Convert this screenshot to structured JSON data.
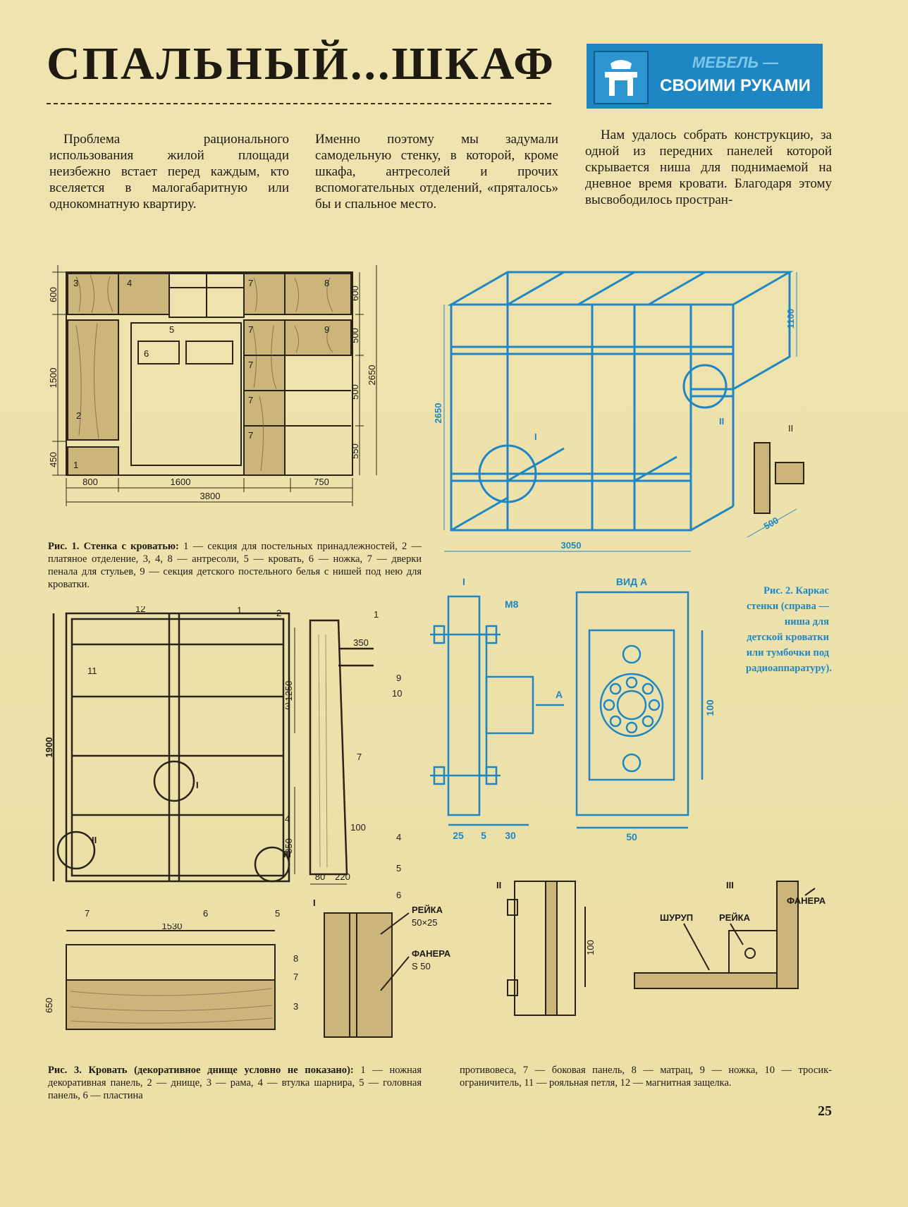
{
  "title": "СПАЛЬНЫЙ...ШКАФ",
  "badge": {
    "line1": "МЕБЕЛЬ —",
    "line2": "СВОИМИ РУКАМИ"
  },
  "columns": [
    "Проблема рационального использования жилой площади неизбежно встает перед каждым, кто вселяется в малогабаритную или однокомнатную квартиру.",
    "Именно поэтому мы задумали самодельную стенку, в которой, кроме шкафа, антресолей и прочих вспомогательных отделений, «пряталось» бы и спальное место.",
    "Нам удалось собрать конструкцию, за одной из передних панелей которой скрывается ниша для поднимаемой на дневное время кровати. Благодаря этому высвободилось простран-"
  ],
  "fig1": {
    "caption_label": "Рис. 1.",
    "caption_title": "Стенка с кроватью:",
    "caption_text": "1 — секция для постельных принадлежностей, 2 — платяное отделение, 3, 4, 8 — антресоли, 5 — кровать, 6 — ножка, 7 — дверки пенала для стульев, 9 — секция детского постельного белья с нишей под нею для кроватки.",
    "dims": {
      "d600a": "600",
      "d1500": "1500",
      "d450": "450",
      "d600b": "600",
      "d500a": "500",
      "d2650": "2650",
      "d500b": "500",
      "d550": "550",
      "d800": "800",
      "d1600": "1600",
      "d750": "750",
      "d3800": "3800"
    },
    "labels": {
      "n1": "1",
      "n2": "2",
      "n3": "3",
      "n4": "4",
      "n5": "5",
      "n6": "6",
      "n7a": "7",
      "n7b": "7",
      "n7c": "7",
      "n7d": "7",
      "n7e": "7",
      "n8": "8",
      "n9": "9"
    }
  },
  "fig2": {
    "caption": "Рис. 2. Каркас стенки (справа — ниша для детской кроватки или тумбочки под радиоаппаратуру).",
    "dims": {
      "d1100": "1100",
      "d2650": "2650",
      "d3050": "3050",
      "d500": "500",
      "rI": "I",
      "rII": "II",
      "rII2": "II"
    },
    "detailI": {
      "roman": "I",
      "bolt": "M8",
      "arrow": "A",
      "d25": "25",
      "d5": "5",
      "d30": "30"
    },
    "vidA": {
      "title": "ВИД А",
      "d100": "100",
      "d50": "50"
    }
  },
  "fig3": {
    "caption_label": "Рис. 3.",
    "caption_title": "Кровать (декоративное днище условно не показано):",
    "caption_text1": "1 — ножная декоративная панель, 2 — днище, 3 — рама, 4 — втулка шарнира, 5 — головная панель, 6 — пластина",
    "caption_text2": "противовеса, 7 — боковая панель, 8 — матрац, 9 — ножка, 10 — тросик-ограничитель, 11 — рояльная петля, 12 — магнитная защелка.",
    "dims": {
      "d1900": "1900",
      "d1530": "1530",
      "d650": "650",
      "d350a": "350",
      "d1250": "1250",
      "d100": "100",
      "d350b": "350",
      "d80": "80",
      "d220": "220"
    },
    "labels": {
      "n1": "1",
      "n2": "2",
      "n3": "3",
      "n4": "4",
      "n5": "5",
      "n6": "6",
      "n7": "7",
      "n8": "8",
      "n9": "9",
      "n10": "10",
      "n11": "11",
      "n12": "12",
      "rI": "I",
      "rII": "II",
      "rIII": "III",
      "s1": "1",
      "s4": "4",
      "s5": "5",
      "s6": "6",
      "s7": "7",
      "s9": "9",
      "s10": "10",
      "b3": "3",
      "b7": "7",
      "b8": "8"
    }
  },
  "detailI": {
    "roman": "I",
    "reika": "РЕЙКА",
    "reika_size": "50×25",
    "fanera": "ФАНЕРА",
    "fanera_size": "S 50"
  },
  "detailII": {
    "roman": "II",
    "d100": "100"
  },
  "detailIII": {
    "roman": "III",
    "shurup": "ШУРУП",
    "reika": "РЕЙКА",
    "fanera": "ФАНЕРА"
  },
  "page_number": "25",
  "colors": {
    "paper": "#ede2ac",
    "ink": "#1e1a12",
    "accent_blue": "#1f86c4",
    "wood": "#c9b47c"
  }
}
